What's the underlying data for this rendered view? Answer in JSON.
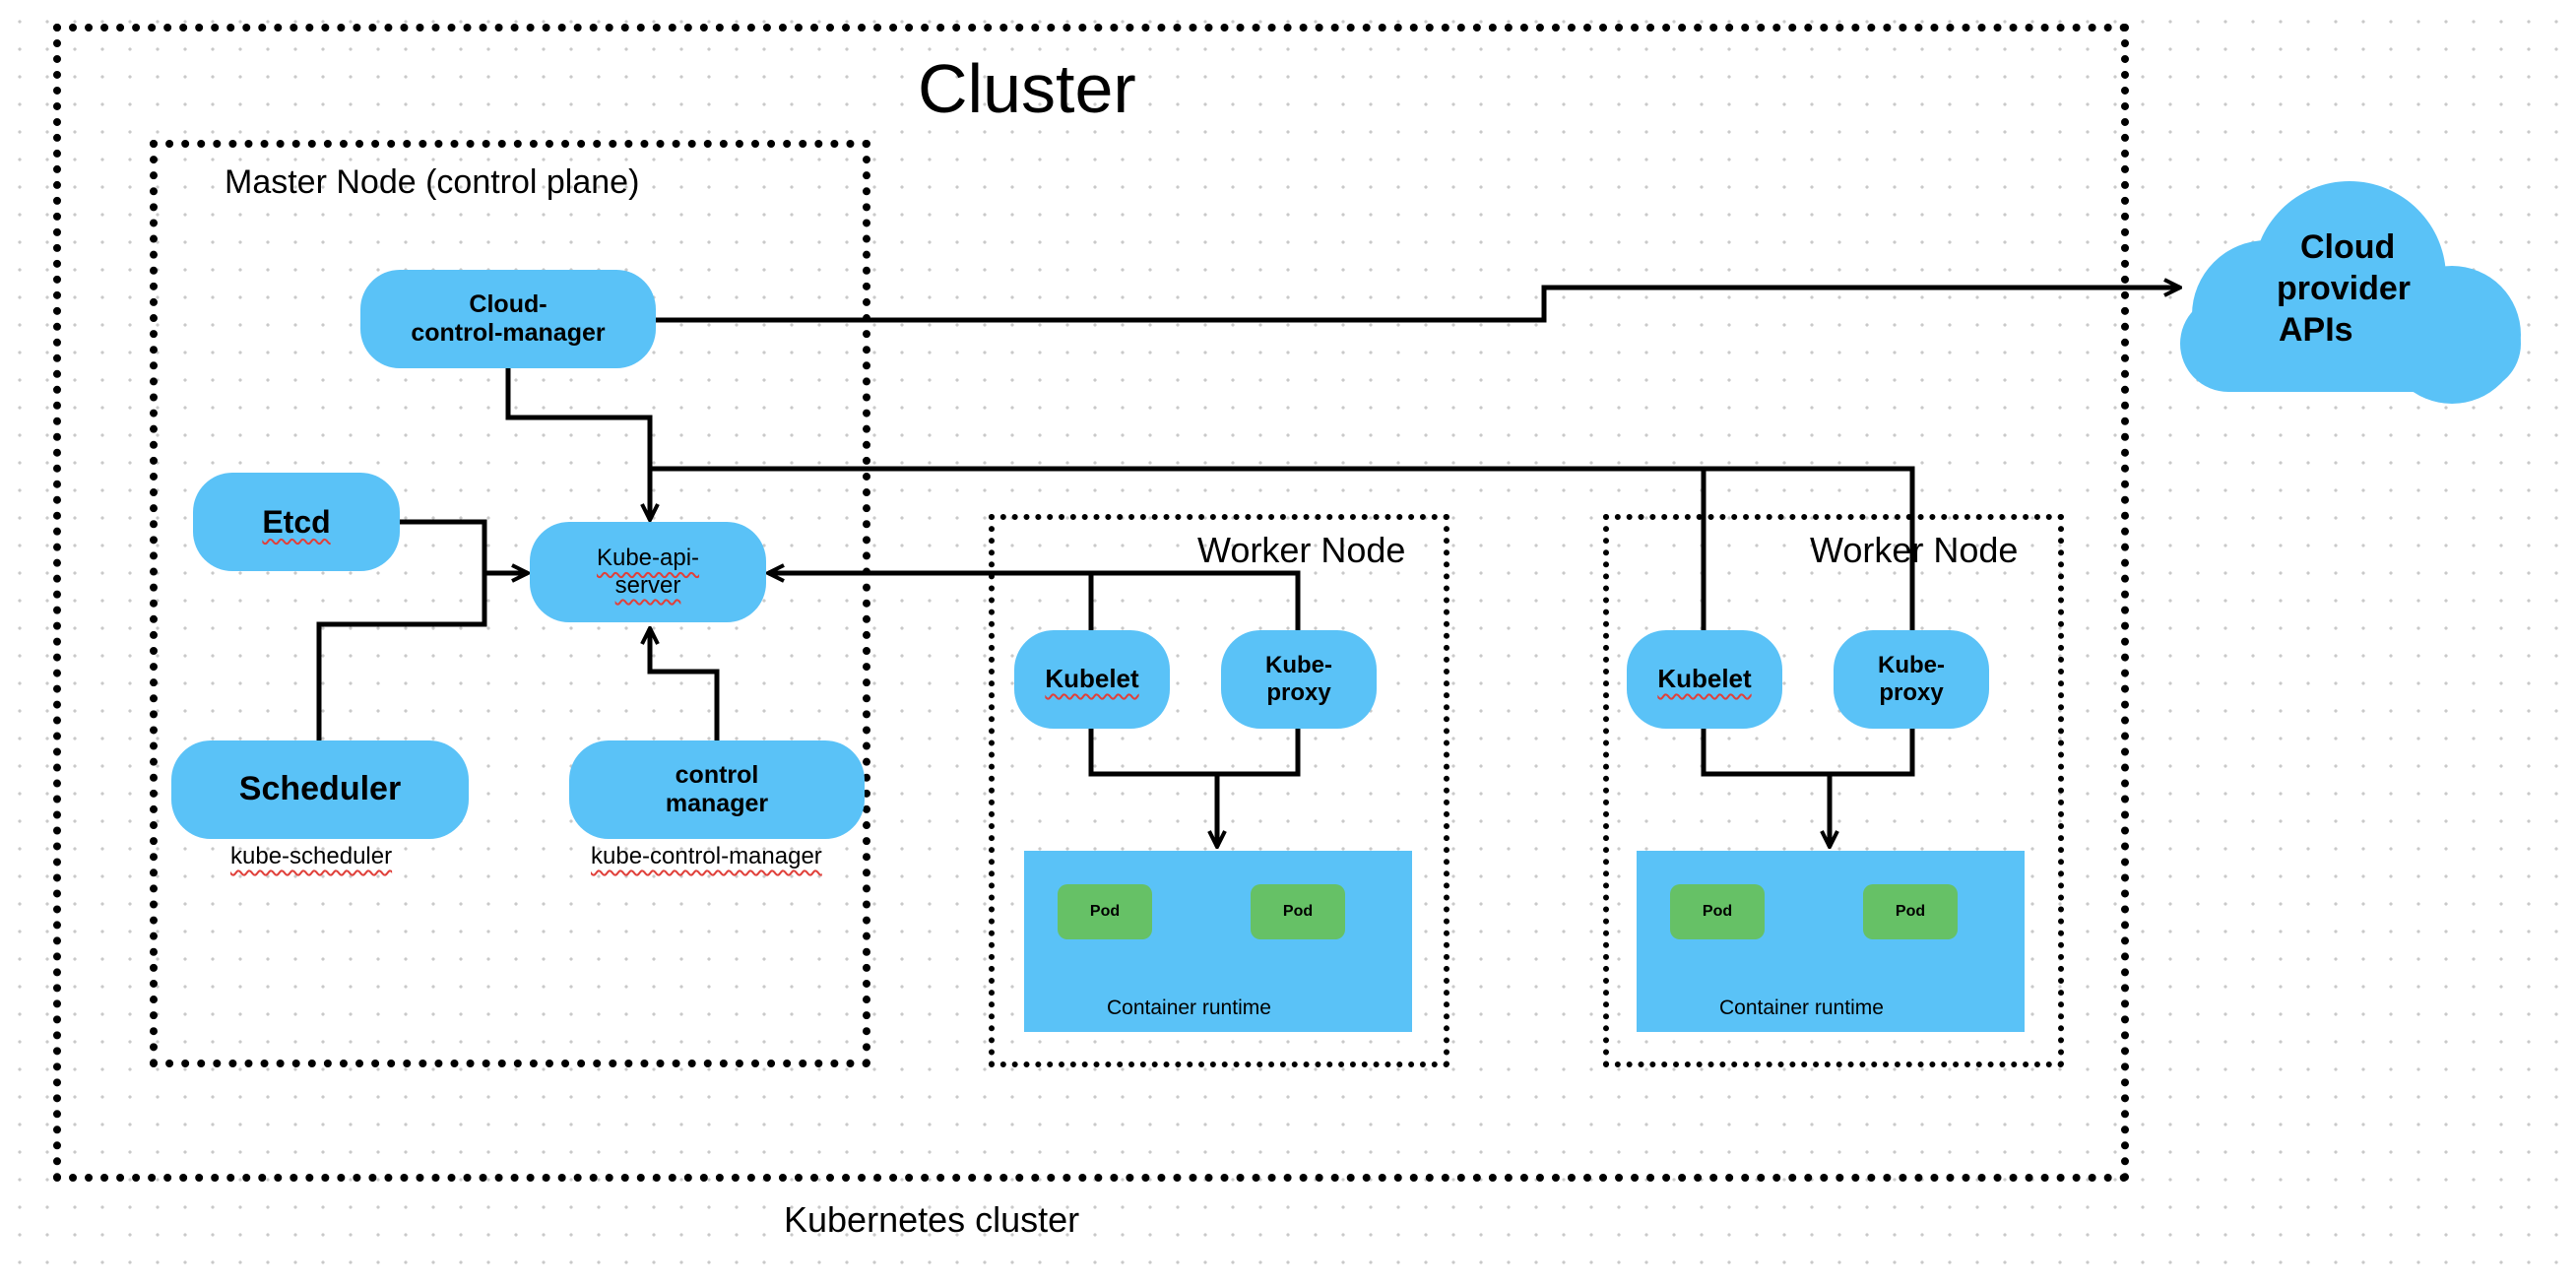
{
  "cluster": {
    "title": "Cluster",
    "footer_label": "Kubernetes cluster"
  },
  "master": {
    "title": "Master Node (control plane)",
    "cloud_control_manager": [
      "Cloud-",
      "control-manager"
    ],
    "etcd": "Etcd",
    "kube_api_server": [
      "Kube-api-",
      "server"
    ],
    "scheduler": "Scheduler",
    "scheduler_caption": "kube-scheduler",
    "control_manager": [
      "control",
      "manager"
    ],
    "control_manager_caption": "kube-control-manager"
  },
  "workers": [
    {
      "title": "Worker Node",
      "kubelet": "Kubelet",
      "kube_proxy": [
        "Kube-",
        "proxy"
      ],
      "pods": [
        "Pod",
        "Pod"
      ],
      "runtime_label": "Container runtime"
    },
    {
      "title": "Worker Node",
      "kubelet": "Kubelet",
      "kube_proxy": [
        "Kube-",
        "proxy"
      ],
      "pods": [
        "Pod",
        "Pod"
      ],
      "runtime_label": "Container runtime"
    }
  ],
  "cloud": {
    "label": [
      "Cloud",
      "provider",
      "APIs"
    ]
  },
  "colors": {
    "component_blue": "#5ac2f7",
    "pod_green": "#66c166",
    "spellcheck_red": "#e0403a"
  }
}
